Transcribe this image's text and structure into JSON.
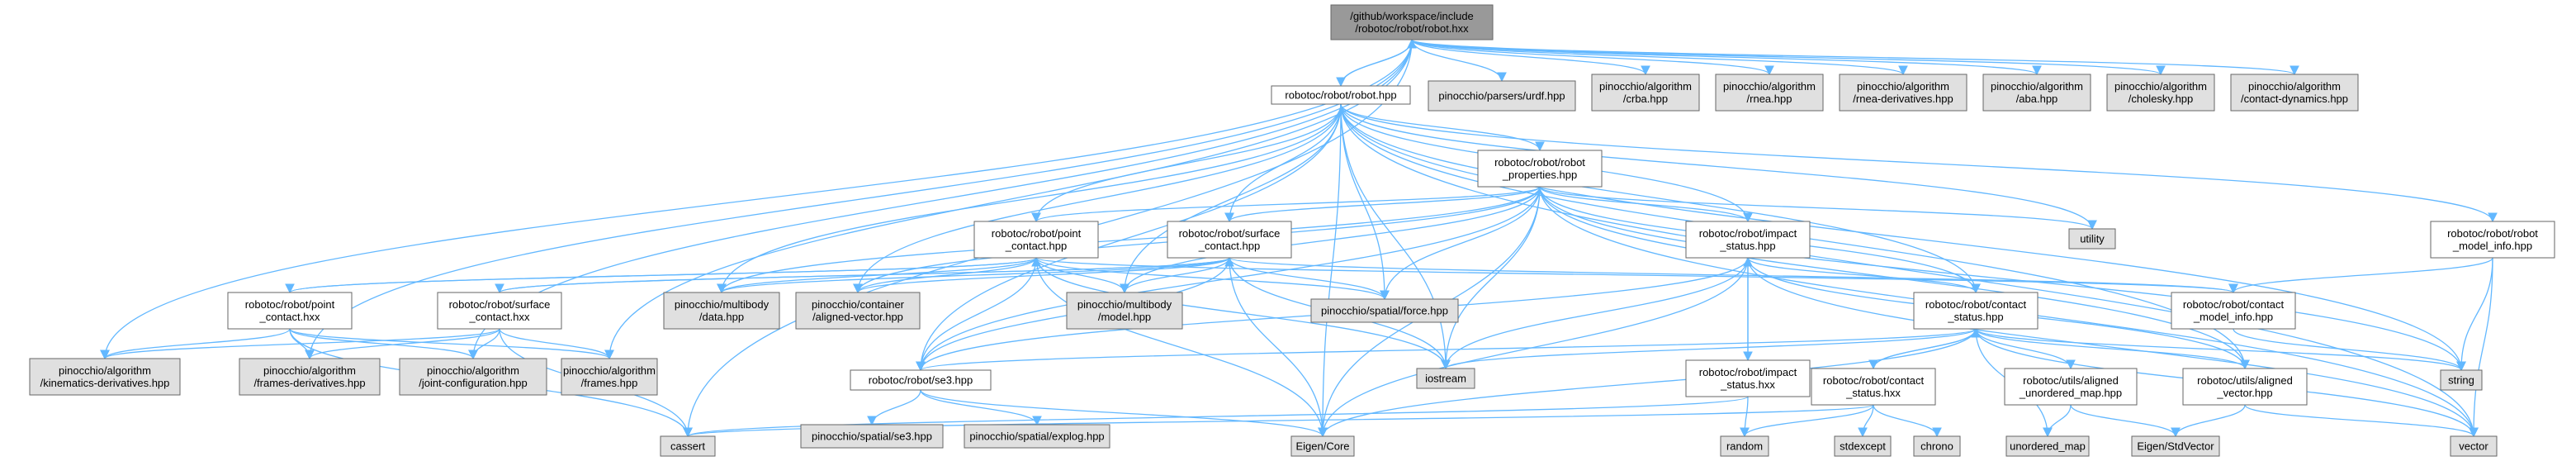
{
  "colors": {
    "edge": "#63b8ff",
    "root_fill": "#999999",
    "doc_fill": "#ffffff",
    "ext_fill": "#e0e0e0",
    "border": "#666666"
  },
  "nodes": [
    {
      "id": "root",
      "lines": [
        "/github/workspace/include",
        "/robotoc/robot/robot.hxx"
      ],
      "kind": "root"
    },
    {
      "id": "robot_hpp",
      "lines": [
        "robotoc/robot/robot.hpp"
      ],
      "kind": "doc"
    },
    {
      "id": "urdf",
      "lines": [
        "pinocchio/parsers/urdf.hpp"
      ],
      "kind": "ext"
    },
    {
      "id": "crba",
      "lines": [
        "pinocchio/algorithm",
        "/crba.hpp"
      ],
      "kind": "ext"
    },
    {
      "id": "rnea",
      "lines": [
        "pinocchio/algorithm",
        "/rnea.hpp"
      ],
      "kind": "ext"
    },
    {
      "id": "rnea_der",
      "lines": [
        "pinocchio/algorithm",
        "/rnea-derivatives.hpp"
      ],
      "kind": "ext"
    },
    {
      "id": "aba",
      "lines": [
        "pinocchio/algorithm",
        "/aba.hpp"
      ],
      "kind": "ext"
    },
    {
      "id": "cholesky",
      "lines": [
        "pinocchio/algorithm",
        "/cholesky.hpp"
      ],
      "kind": "ext"
    },
    {
      "id": "contact_dyn",
      "lines": [
        "pinocchio/algorithm",
        "/contact-dynamics.hpp"
      ],
      "kind": "ext"
    },
    {
      "id": "robot_props",
      "lines": [
        "robotoc/robot/robot",
        "_properties.hpp"
      ],
      "kind": "doc"
    },
    {
      "id": "utility",
      "lines": [
        "utility"
      ],
      "kind": "ext"
    },
    {
      "id": "model_info_hpp",
      "lines": [
        "robotoc/robot/robot",
        "_model_info.hpp"
      ],
      "kind": "doc"
    },
    {
      "id": "point_contact_hpp",
      "lines": [
        "robotoc/robot/point",
        "_contact.hpp"
      ],
      "kind": "doc"
    },
    {
      "id": "surface_contact_hpp",
      "lines": [
        "robotoc/robot/surface",
        "_contact.hpp"
      ],
      "kind": "doc"
    },
    {
      "id": "impact_status_hpp",
      "lines": [
        "robotoc/robot/impact",
        "_status.hpp"
      ],
      "kind": "doc"
    },
    {
      "id": "point_contact_hxx",
      "lines": [
        "robotoc/robot/point",
        "_contact.hxx"
      ],
      "kind": "doc"
    },
    {
      "id": "surface_contact_hxx",
      "lines": [
        "robotoc/robot/surface",
        "_contact.hxx"
      ],
      "kind": "doc"
    },
    {
      "id": "multibody_data",
      "lines": [
        "pinocchio/multibody",
        "/data.hpp"
      ],
      "kind": "ext"
    },
    {
      "id": "aligned_vector_pin",
      "lines": [
        "pinocchio/container",
        "/aligned-vector.hpp"
      ],
      "kind": "ext"
    },
    {
      "id": "multibody_model",
      "lines": [
        "pinocchio/multibody",
        "/model.hpp"
      ],
      "kind": "ext"
    },
    {
      "id": "spatial_force",
      "lines": [
        "pinocchio/spatial/force.hpp"
      ],
      "kind": "ext"
    },
    {
      "id": "impact_status_hxx",
      "lines": [
        "robotoc/robot/impact",
        "_status.hxx"
      ],
      "kind": "doc"
    },
    {
      "id": "contact_status_hpp",
      "lines": [
        "robotoc/robot/contact",
        "_status.hpp"
      ],
      "kind": "doc"
    },
    {
      "id": "contact_model_info",
      "lines": [
        "robotoc/robot/contact",
        "_model_info.hpp"
      ],
      "kind": "doc"
    },
    {
      "id": "string",
      "lines": [
        "string"
      ],
      "kind": "ext"
    },
    {
      "id": "kin_der",
      "lines": [
        "pinocchio/algorithm",
        "/kinematics-derivatives.hpp"
      ],
      "kind": "ext"
    },
    {
      "id": "frames_der",
      "lines": [
        "pinocchio/algorithm",
        "/frames-derivatives.hpp"
      ],
      "kind": "ext"
    },
    {
      "id": "joint_config",
      "lines": [
        "pinocchio/algorithm",
        "/joint-configuration.hpp"
      ],
      "kind": "ext"
    },
    {
      "id": "frames",
      "lines": [
        "pinocchio/algorithm",
        "/frames.hpp"
      ],
      "kind": "ext"
    },
    {
      "id": "iostream",
      "lines": [
        "iostream"
      ],
      "kind": "ext"
    },
    {
      "id": "se3_hpp",
      "lines": [
        "robotoc/robot/se3.hpp"
      ],
      "kind": "doc"
    },
    {
      "id": "contact_status_hxx",
      "lines": [
        "robotoc/robot/contact",
        "_status.hxx"
      ],
      "kind": "doc"
    },
    {
      "id": "aligned_umap",
      "lines": [
        "robotoc/utils/aligned",
        "_unordered_map.hpp"
      ],
      "kind": "doc"
    },
    {
      "id": "aligned_vector",
      "lines": [
        "robotoc/utils/aligned",
        "_vector.hpp"
      ],
      "kind": "doc"
    },
    {
      "id": "cassert",
      "lines": [
        "cassert"
      ],
      "kind": "ext"
    },
    {
      "id": "spatial_se3",
      "lines": [
        "pinocchio/spatial/se3.hpp"
      ],
      "kind": "ext"
    },
    {
      "id": "spatial_explog",
      "lines": [
        "pinocchio/spatial/explog.hpp"
      ],
      "kind": "ext"
    },
    {
      "id": "eigen_core",
      "lines": [
        "Eigen/Core"
      ],
      "kind": "ext"
    },
    {
      "id": "random",
      "lines": [
        "random"
      ],
      "kind": "ext"
    },
    {
      "id": "stdexcept",
      "lines": [
        "stdexcept"
      ],
      "kind": "ext"
    },
    {
      "id": "chrono",
      "lines": [
        "chrono"
      ],
      "kind": "ext"
    },
    {
      "id": "unordered_map",
      "lines": [
        "unordered_map"
      ],
      "kind": "ext"
    },
    {
      "id": "eigen_stdvector",
      "lines": [
        "Eigen/StdVector"
      ],
      "kind": "ext"
    },
    {
      "id": "vector",
      "lines": [
        "vector"
      ],
      "kind": "ext"
    }
  ],
  "edges": [
    [
      "root",
      "robot_hpp"
    ],
    [
      "root",
      "urdf"
    ],
    [
      "root",
      "crba"
    ],
    [
      "root",
      "rnea"
    ],
    [
      "root",
      "rnea_der"
    ],
    [
      "root",
      "aba"
    ],
    [
      "root",
      "cholesky"
    ],
    [
      "root",
      "contact_dyn"
    ],
    [
      "root",
      "kin_der"
    ],
    [
      "root",
      "frames_der"
    ],
    [
      "root",
      "joint_config"
    ],
    [
      "root",
      "frames"
    ],
    [
      "root",
      "cassert"
    ],
    [
      "robot_hpp",
      "root"
    ],
    [
      "robot_hpp",
      "robot_props"
    ],
    [
      "robot_hpp",
      "utility"
    ],
    [
      "robot_hpp",
      "model_info_hpp"
    ],
    [
      "robot_hpp",
      "point_contact_hpp"
    ],
    [
      "robot_hpp",
      "surface_contact_hpp"
    ],
    [
      "robot_hpp",
      "impact_status_hpp"
    ],
    [
      "robot_hpp",
      "contact_status_hpp"
    ],
    [
      "robot_hpp",
      "aligned_vector_pin"
    ],
    [
      "robot_hpp",
      "multibody_model"
    ],
    [
      "robot_hpp",
      "multibody_data"
    ],
    [
      "robot_hpp",
      "spatial_force"
    ],
    [
      "robot_hpp",
      "iostream"
    ],
    [
      "robot_hpp",
      "string"
    ],
    [
      "robot_hpp",
      "vector"
    ],
    [
      "robot_hpp",
      "eigen_core"
    ],
    [
      "robot_hpp",
      "se3_hpp"
    ],
    [
      "robot_hpp",
      "aligned_vector"
    ],
    [
      "robot_props",
      "utility"
    ],
    [
      "robot_props",
      "point_contact_hpp"
    ],
    [
      "robot_props",
      "surface_contact_hpp"
    ],
    [
      "robot_props",
      "impact_status_hpp"
    ],
    [
      "robot_props",
      "contact_status_hpp"
    ],
    [
      "robot_props",
      "aligned_vector_pin"
    ],
    [
      "robot_props",
      "multibody_data"
    ],
    [
      "robot_props",
      "multibody_model"
    ],
    [
      "robot_props",
      "spatial_force"
    ],
    [
      "robot_props",
      "iostream"
    ],
    [
      "robot_props",
      "eigen_core"
    ],
    [
      "robot_props",
      "vector"
    ],
    [
      "robot_props",
      "string"
    ],
    [
      "robot_props",
      "se3_hpp"
    ],
    [
      "robot_props",
      "aligned_vector"
    ],
    [
      "model_info_hpp",
      "contact_model_info"
    ],
    [
      "model_info_hpp",
      "string"
    ],
    [
      "model_info_hpp",
      "vector"
    ],
    [
      "point_contact_hpp",
      "point_contact_hxx"
    ],
    [
      "point_contact_hpp",
      "multibody_data"
    ],
    [
      "point_contact_hpp",
      "aligned_vector_pin"
    ],
    [
      "point_contact_hpp",
      "multibody_model"
    ],
    [
      "point_contact_hpp",
      "spatial_force"
    ],
    [
      "point_contact_hpp",
      "se3_hpp"
    ],
    [
      "point_contact_hpp",
      "iostream"
    ],
    [
      "point_contact_hpp",
      "eigen_core"
    ],
    [
      "point_contact_hpp",
      "contact_model_info"
    ],
    [
      "point_contact_hxx",
      "point_contact_hpp"
    ],
    [
      "point_contact_hxx",
      "kin_der"
    ],
    [
      "point_contact_hxx",
      "frames_der"
    ],
    [
      "point_contact_hxx",
      "joint_config"
    ],
    [
      "point_contact_hxx",
      "frames"
    ],
    [
      "point_contact_hxx",
      "cassert"
    ],
    [
      "surface_contact_hpp",
      "surface_contact_hxx"
    ],
    [
      "surface_contact_hpp",
      "multibody_data"
    ],
    [
      "surface_contact_hpp",
      "aligned_vector_pin"
    ],
    [
      "surface_contact_hpp",
      "multibody_model"
    ],
    [
      "surface_contact_hpp",
      "spatial_force"
    ],
    [
      "surface_contact_hpp",
      "se3_hpp"
    ],
    [
      "surface_contact_hpp",
      "iostream"
    ],
    [
      "surface_contact_hpp",
      "eigen_core"
    ],
    [
      "surface_contact_hpp",
      "contact_model_info"
    ],
    [
      "surface_contact_hxx",
      "surface_contact_hpp"
    ],
    [
      "surface_contact_hxx",
      "kin_der"
    ],
    [
      "surface_contact_hxx",
      "frames_der"
    ],
    [
      "surface_contact_hxx",
      "joint_config"
    ],
    [
      "surface_contact_hxx",
      "frames"
    ],
    [
      "surface_contact_hxx",
      "cassert"
    ],
    [
      "impact_status_hpp",
      "impact_status_hxx"
    ],
    [
      "impact_status_hpp",
      "contact_status_hpp"
    ],
    [
      "impact_status_hpp",
      "se3_hpp"
    ],
    [
      "impact_status_hpp",
      "iostream"
    ],
    [
      "impact_status_hpp",
      "eigen_core"
    ],
    [
      "impact_status_hpp",
      "aligned_vector"
    ],
    [
      "impact_status_hpp",
      "vector"
    ],
    [
      "impact_status_hxx",
      "impact_status_hpp"
    ],
    [
      "impact_status_hxx",
      "random"
    ],
    [
      "impact_status_hxx",
      "cassert"
    ],
    [
      "contact_status_hpp",
      "contact_status_hxx"
    ],
    [
      "contact_status_hpp",
      "se3_hpp"
    ],
    [
      "contact_status_hpp",
      "aligned_umap"
    ],
    [
      "contact_status_hpp",
      "aligned_vector"
    ],
    [
      "contact_status_hpp",
      "iostream"
    ],
    [
      "contact_status_hpp",
      "eigen_core"
    ],
    [
      "contact_status_hpp",
      "unordered_map"
    ],
    [
      "contact_status_hpp",
      "vector"
    ],
    [
      "contact_status_hpp",
      "string"
    ],
    [
      "contact_status_hxx",
      "contact_status_hpp"
    ],
    [
      "contact_status_hxx",
      "stdexcept"
    ],
    [
      "contact_status_hxx",
      "chrono"
    ],
    [
      "contact_status_hxx",
      "random"
    ],
    [
      "contact_status_hxx",
      "cassert"
    ],
    [
      "contact_model_info",
      "string"
    ],
    [
      "se3_hpp",
      "spatial_se3"
    ],
    [
      "se3_hpp",
      "spatial_explog"
    ],
    [
      "se3_hpp",
      "eigen_core"
    ],
    [
      "aligned_umap",
      "unordered_map"
    ],
    [
      "aligned_umap",
      "eigen_stdvector"
    ],
    [
      "aligned_vector",
      "vector"
    ],
    [
      "aligned_vector",
      "eigen_stdvector"
    ]
  ]
}
